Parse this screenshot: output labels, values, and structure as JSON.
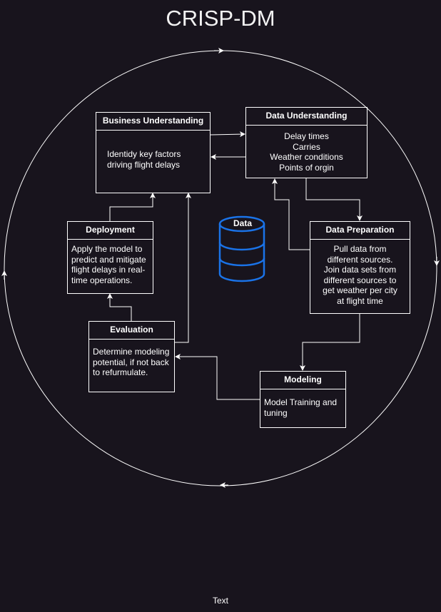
{
  "diagram": {
    "title": "CRISP-DM",
    "footer_text": "Text",
    "database_label": "Data",
    "colors": {
      "background": "#18141d",
      "line": "#ffffff",
      "database": "#1a73e8"
    },
    "nodes": {
      "business_understanding": {
        "title": "Business Understanding",
        "lines": [
          "Identidy key factors",
          "driving flight delays"
        ]
      },
      "data_understanding": {
        "title": "Data Understanding",
        "lines": [
          "Delay times",
          "Carries",
          "Weather conditions",
          "Points of orgin"
        ]
      },
      "data_preparation": {
        "title": "Data Preparation",
        "lines": [
          "Pull data from",
          "different sources.",
          "Join data sets from",
          "different sources to",
          "get weather per city",
          "at flight time"
        ]
      },
      "modeling": {
        "title": "Modeling",
        "lines": [
          "Model Training and",
          "tuning"
        ]
      },
      "evaluation": {
        "title": "Evaluation",
        "lines": [
          "Determine modeling",
          "potential, if not back",
          "to refurmulate."
        ]
      },
      "deployment": {
        "title": "Deployment",
        "lines": [
          "Apply the model to",
          "predict and mitigate",
          "flight delays in real-",
          "time operations."
        ]
      }
    }
  }
}
